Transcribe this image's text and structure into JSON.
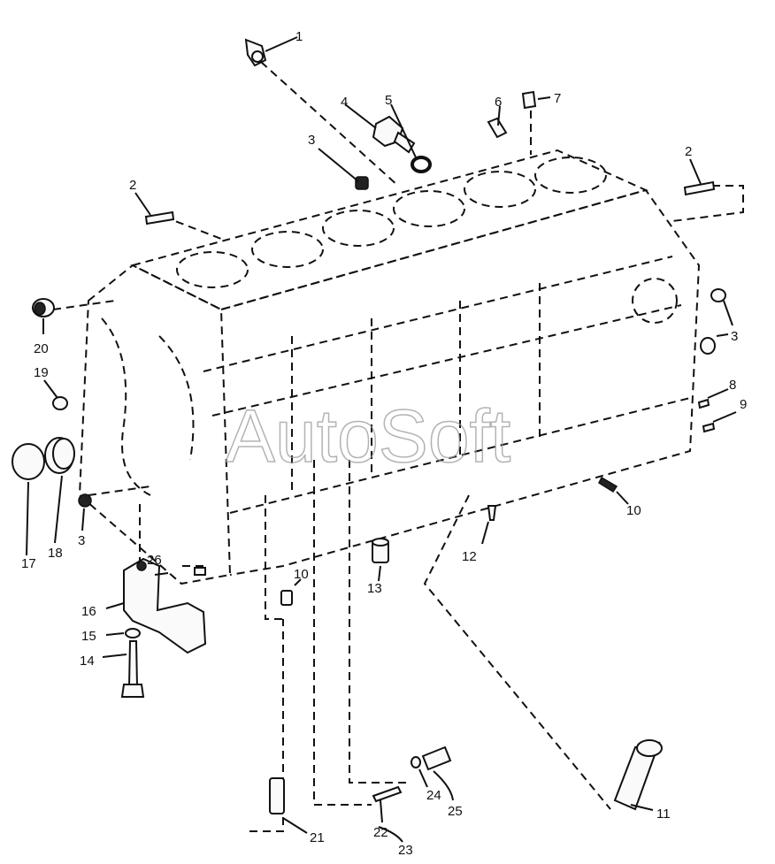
{
  "watermark": "AutoSoft",
  "callouts": [
    {
      "n": "1"
    },
    {
      "n": "2"
    },
    {
      "n": "2"
    },
    {
      "n": "3"
    },
    {
      "n": "3"
    },
    {
      "n": "3"
    },
    {
      "n": "4"
    },
    {
      "n": "5"
    },
    {
      "n": "6"
    },
    {
      "n": "7"
    },
    {
      "n": "8"
    },
    {
      "n": "9"
    },
    {
      "n": "10"
    },
    {
      "n": "10"
    },
    {
      "n": "11"
    },
    {
      "n": "12"
    },
    {
      "n": "13"
    },
    {
      "n": "14"
    },
    {
      "n": "15"
    },
    {
      "n": "16"
    },
    {
      "n": "17"
    },
    {
      "n": "18"
    },
    {
      "n": "19"
    },
    {
      "n": "20"
    },
    {
      "n": "21"
    },
    {
      "n": "22"
    },
    {
      "n": "23"
    },
    {
      "n": "24"
    },
    {
      "n": "25"
    },
    {
      "n": "26"
    }
  ]
}
